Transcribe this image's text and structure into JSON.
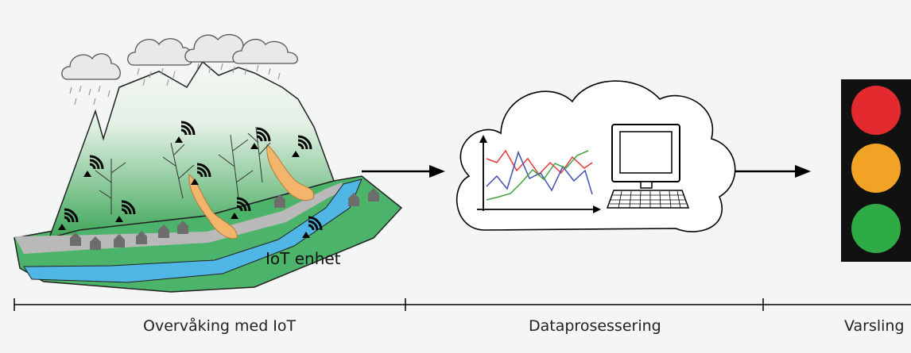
{
  "diagram": {
    "device_label": "IoT enhet",
    "stages": [
      {
        "label": "Overvåking med IoT"
      },
      {
        "label": "Dataprosessering"
      },
      {
        "label": "Varsling"
      }
    ],
    "colors": {
      "mountain_top": "#f2f6f3",
      "mountain_bottom": "#3faa5a",
      "ground": "#4cb36a",
      "road": "#b7b7b7",
      "river": "#4fb6e6",
      "landslide": "#f3b56b",
      "house": "#6d6d6d",
      "cloud": "#e9e9e9",
      "signal_red": "#e32a2f",
      "signal_amber": "#f2a224",
      "signal_green": "#2fab46",
      "signal_housing": "#111111",
      "line_red": "#e53935",
      "line_blue": "#3f51b5",
      "line_green": "#43a047"
    },
    "icons": [
      "cloud-icon",
      "rain-icon",
      "iot-sensor-icon",
      "house-icon",
      "computer-icon",
      "line-graph-icon",
      "arrow-icon",
      "traffic-light-icon"
    ]
  }
}
